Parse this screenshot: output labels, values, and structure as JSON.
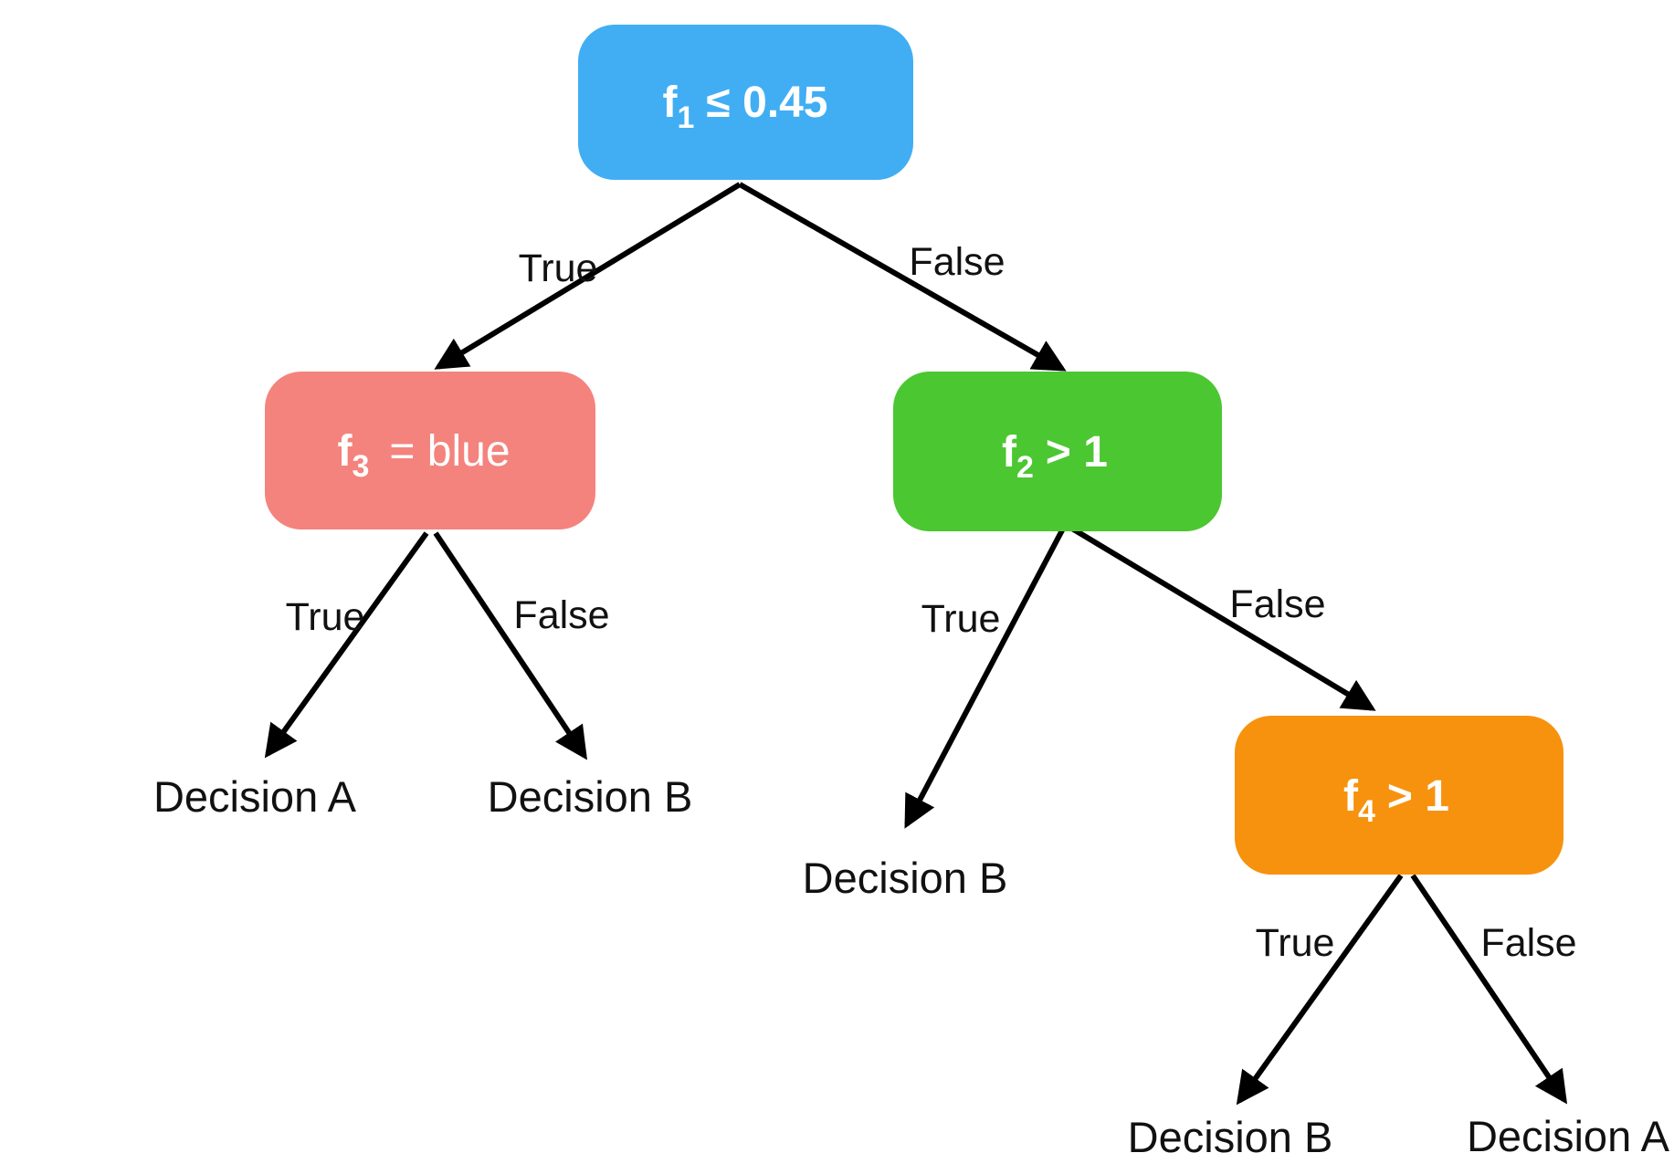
{
  "diagram": {
    "type": "decision-tree",
    "background": "#ffffff",
    "edge_color": "#000000",
    "label_color": "#111111"
  },
  "nodes": {
    "root": {
      "prefix": "f",
      "sub": "1",
      "suffix": "≤ 0.45",
      "color": "#41AEF4",
      "text_color": "#ffffff"
    },
    "left": {
      "prefix": "f",
      "sub": "3",
      "suffix": "= blue",
      "color": "#F4837D",
      "text_color": "#ffffff"
    },
    "right": {
      "prefix": "f",
      "sub": "2",
      "suffix": "> 1",
      "color": "#4BC731",
      "text_color": "#ffffff"
    },
    "right_right": {
      "prefix": "f",
      "sub": "4",
      "suffix": "> 1",
      "color": "#F7920E",
      "text_color": "#ffffff"
    }
  },
  "edge_labels": {
    "root_true": "True",
    "root_false": "False",
    "left_true": "True",
    "left_false": "False",
    "right_true": "True",
    "right_false": "False",
    "rr_true": "True",
    "rr_false": "False"
  },
  "leaves": {
    "left_true": "Decision A",
    "left_false": "Decision B",
    "right_true": "Decision B",
    "rr_true": "Decision B",
    "rr_false": "Decision A"
  }
}
